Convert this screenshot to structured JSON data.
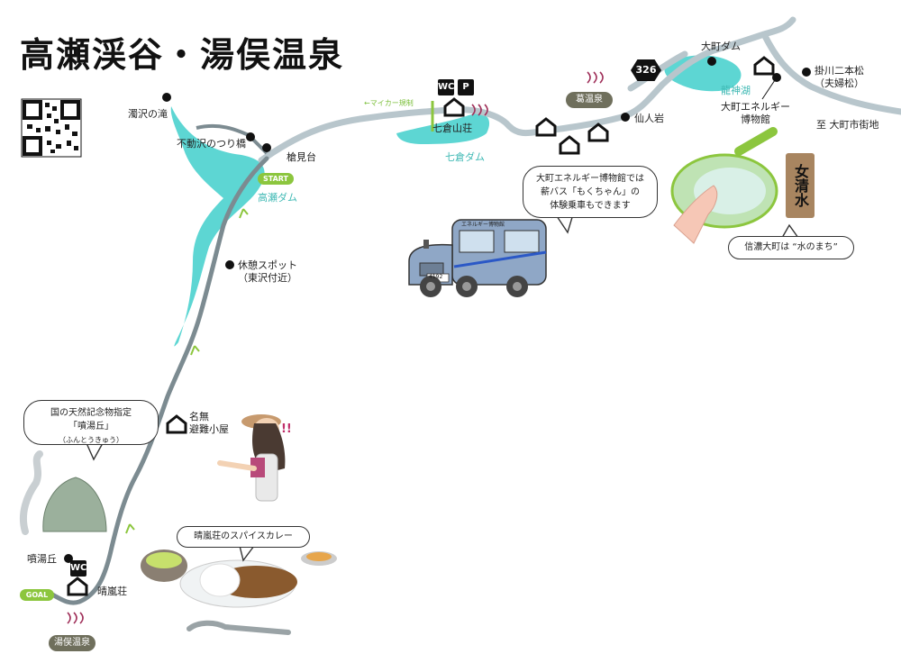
{
  "title": "高瀬渓谷・湯俣温泉",
  "colors": {
    "road": "#b8c6cc",
    "trail": "#7c8b91",
    "lake": "#5dd6d3",
    "green": "#8cc63e",
    "onsen": "#6f6f5c",
    "pin": "#111111"
  },
  "places": {
    "nigorisawa_falls": "濁沢の滝",
    "fudosawa_bridge": "不動沢のつり橋",
    "yarimidai": "槍見台",
    "takase_dam": "高瀬ダム",
    "rest_spot": "休憩スポット",
    "rest_spot_sub": "（東沢付近）",
    "hut_line1": "名無",
    "hut_line2": "避難小屋",
    "funtokyu": "噴湯丘",
    "seirantei": "晴嵐荘",
    "yumata_onsen": "湯俣温泉",
    "nanakura_sanso": "七倉山荘",
    "nanakura_dam": "七倉ダム",
    "kuzu_onsen": "葛温泉",
    "sennin_iwa": "仙人岩",
    "omachi_dam": "大町ダム",
    "ryujin_lake": "龍神湖",
    "energy_museum_l1": "大町エネルギー",
    "energy_museum_l2": "博物館",
    "kakegawa_pine_l1": "掛川二本松",
    "kakegawa_pine_l2": "（夫婦松）",
    "to_omachi": "至 大町市街地",
    "mycar_regulation": "←マイカー規制"
  },
  "badges": {
    "start": "START",
    "goal": "GOAL",
    "wc": "WC",
    "parking": "P",
    "route_no": "326"
  },
  "bubbles": {
    "monument_l1": "国の天然記念物指定",
    "monument_l2": "「噴湯丘」",
    "monument_l3": "（ふんとうきゅう）",
    "bus_l1": "大町エネルギー博物館では",
    "bus_l2": "薪バス「もくちゃん」の",
    "bus_l3": "体験乗車もできます",
    "curry": "晴嵐荘のスパイスカレー",
    "water": "信濃大町は “水のまち”"
  },
  "bus": {
    "sign": "エネルギー博物館",
    "plate": "4192"
  },
  "sign_text": "女清水"
}
